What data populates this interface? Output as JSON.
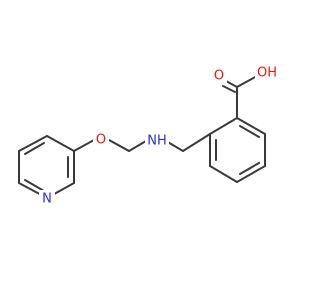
{
  "molecule": {
    "colors": {
      "bond": "#3a3a3a",
      "oxygen": "#e8190f",
      "nitrogen": "#2a31cf",
      "background": "#ffffff"
    },
    "atoms": {
      "carboxyl_oh": "OH",
      "carboxyl_o": "O",
      "amine_nh": "NH",
      "ether_o": "O",
      "pyridine_n": "N"
    }
  }
}
